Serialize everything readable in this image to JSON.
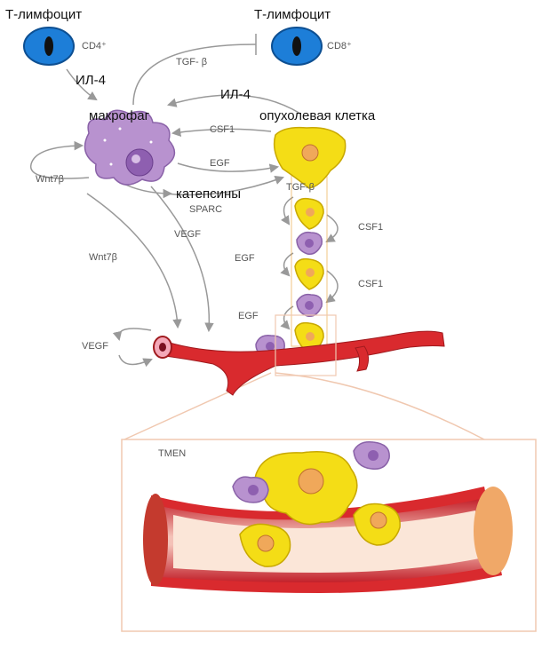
{
  "labels": {
    "t_cell_left": "Т-лимфоцит",
    "cd4": "CD4⁺",
    "t_cell_right": "Т-лимфоцит",
    "cd8": "CD8⁺",
    "il4_left": "ИЛ-4",
    "tgf_top": "TGF- β",
    "il4_right": "ИЛ-4",
    "macrophage": "макрофаг",
    "tumor_cell": "опухолевая клетка",
    "csf1_top": "CSF1",
    "egf_top": "EGF",
    "wnt_left": "Wnt7β",
    "cathepsins": "катепсины",
    "sparc": "SPARC",
    "tgf_mid": "TGF-β",
    "vegf_mid": "VEGF",
    "wnt_mid": "Wnt7β",
    "csf1_r1": "CSF1",
    "egf_l1": "EGF",
    "csf1_r2": "CSF1",
    "egf_l2": "EGF",
    "vegf_left": "VEGF",
    "tmen": "TMEN"
  },
  "colors": {
    "t_cell": "#1d7ed8",
    "macrophage": "#b892cf",
    "tumor": "#f4dd16",
    "tumor_nucleus": "#f0a85a",
    "vessel": "#d92a2e",
    "arrow": "#999999",
    "inset_border": "#f0c8b0"
  }
}
